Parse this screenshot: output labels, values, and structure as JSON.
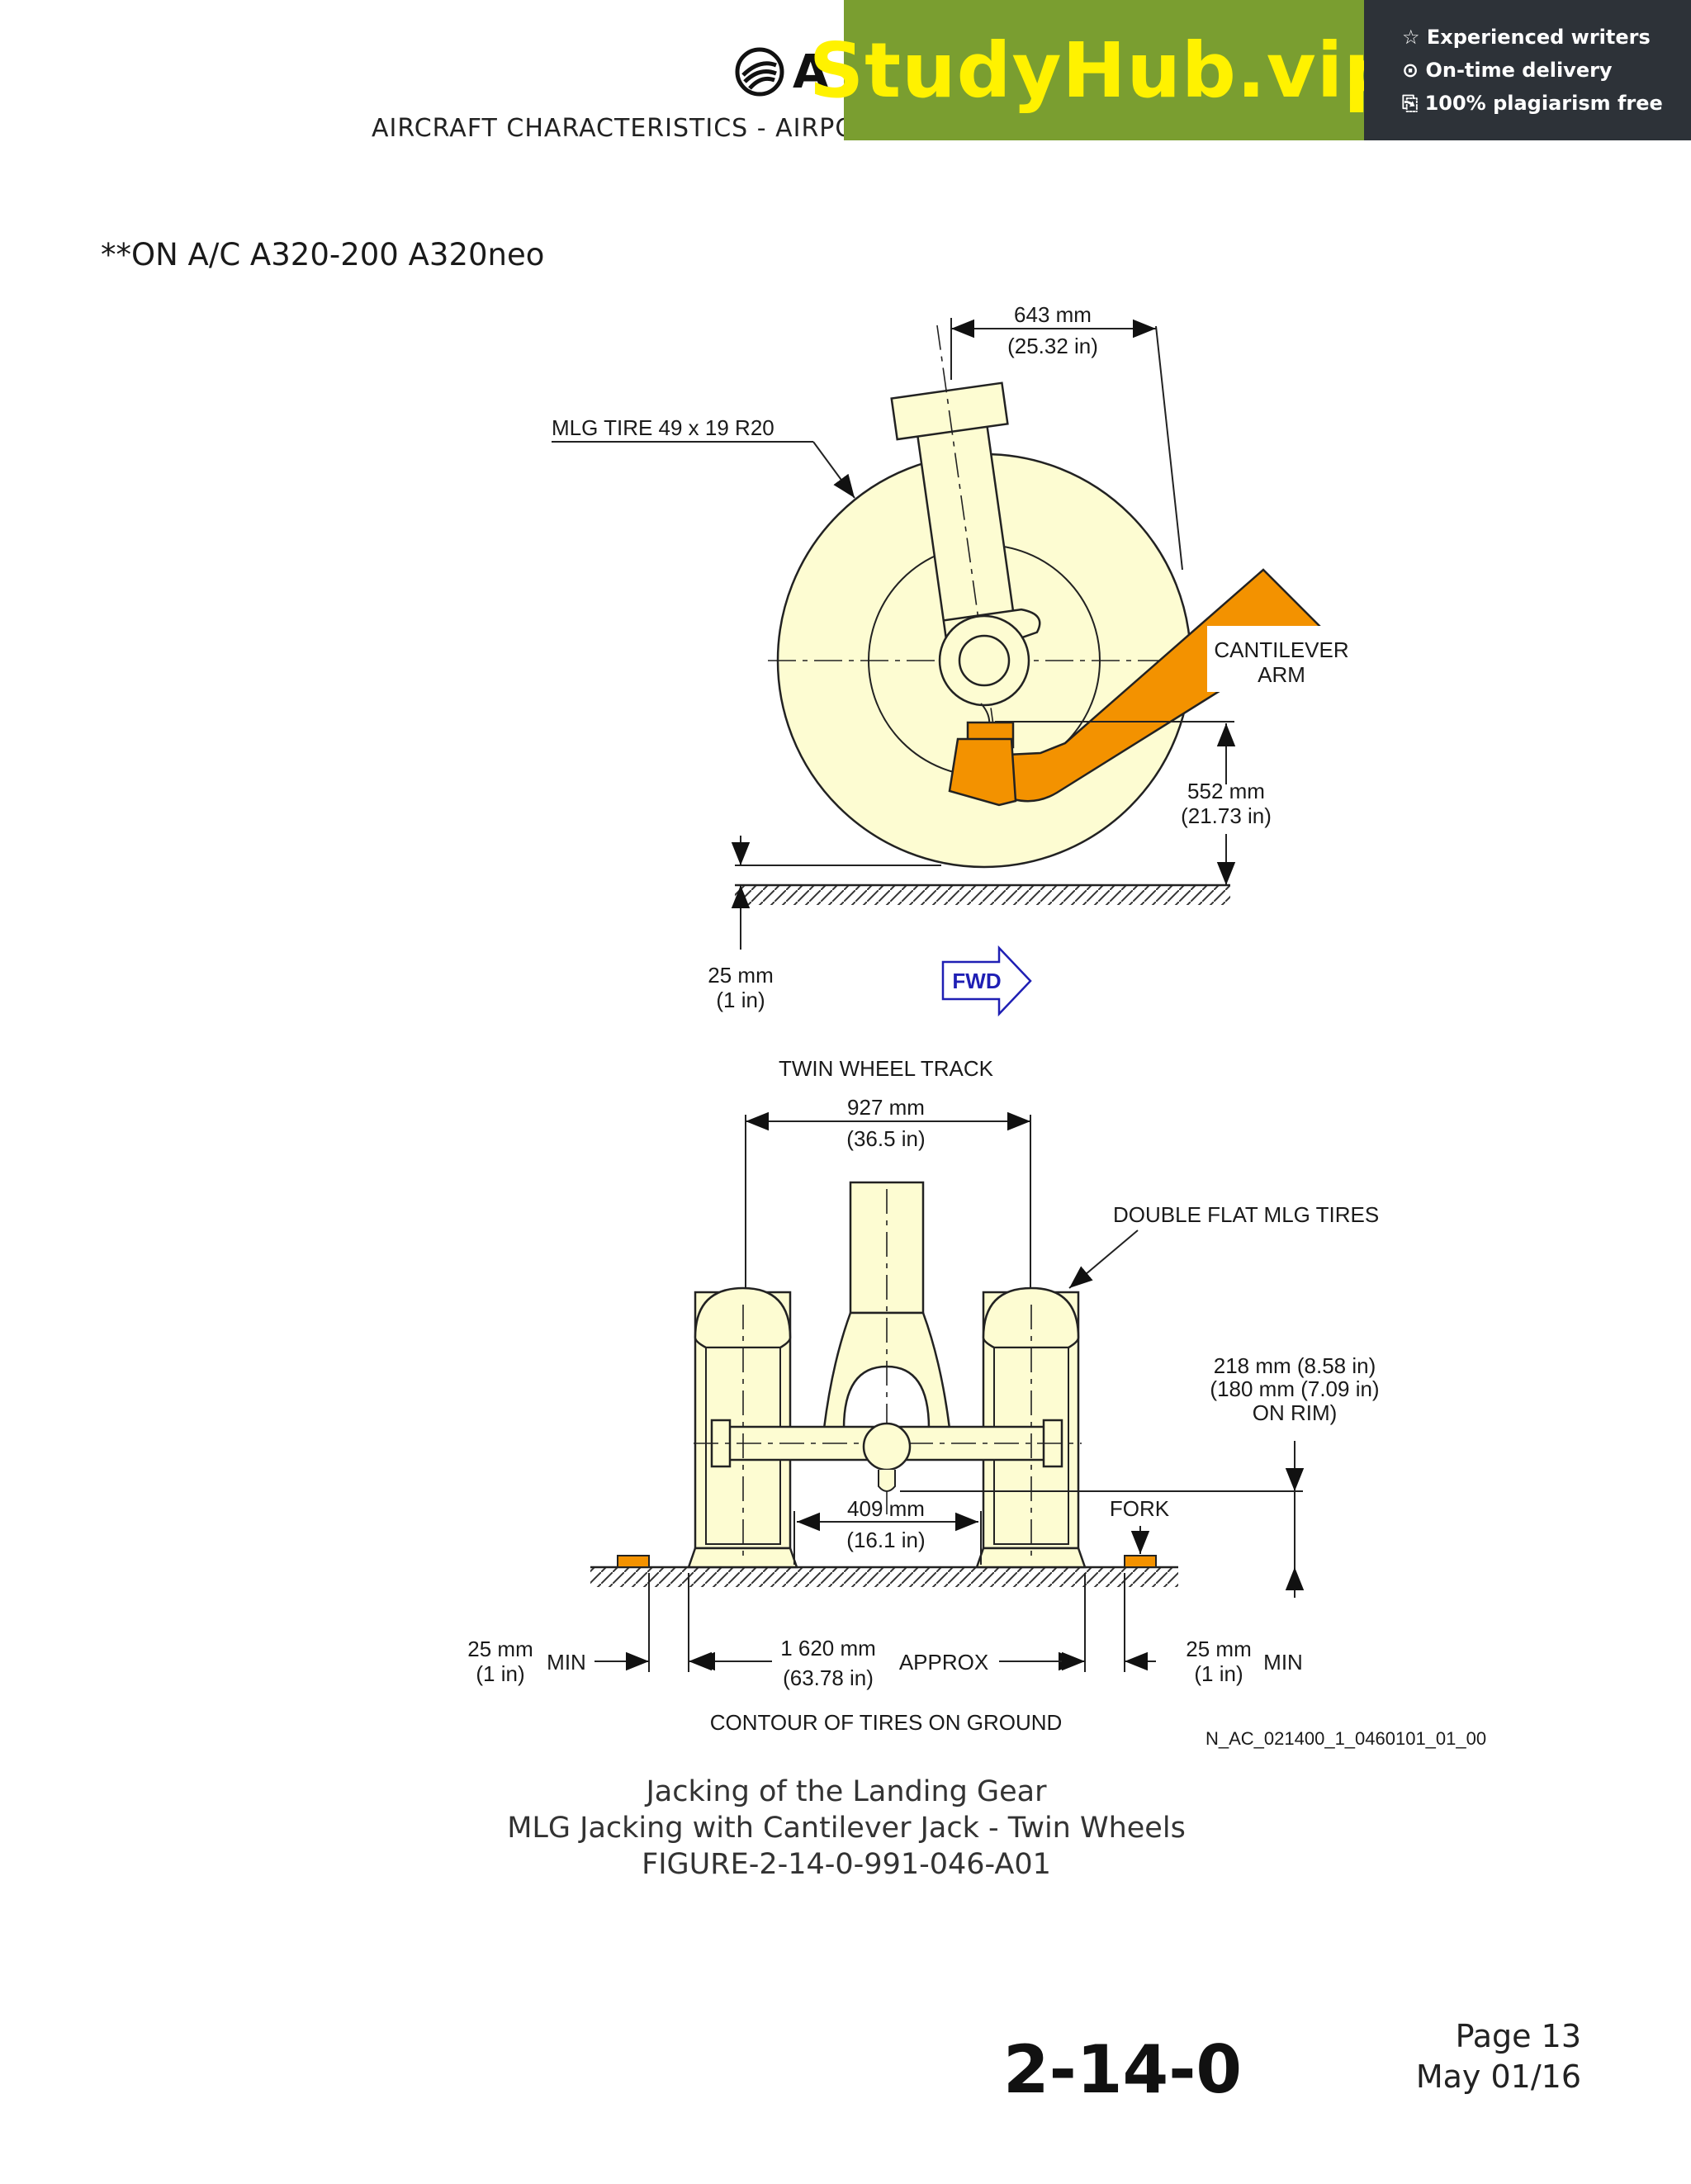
{
  "header": {
    "logo_text": "A",
    "title": "AIRCRAFT CHARACTERISTICS - AIRPORT AND MAINTENANCE PLANNING"
  },
  "banner": {
    "brand": "StudyHub.vip",
    "features": [
      "Experienced writers",
      "On-time delivery",
      "100% plagiarism free"
    ]
  },
  "applicability": "**ON A/C A320-200 A320neo",
  "side_view": {
    "dim_top_mm": "643 mm",
    "dim_top_in": "(25.32 in)",
    "tire_label": "MLG TIRE 49 x 19 R20",
    "arm_label_1": "CANTILEVER",
    "arm_label_2": "ARM",
    "dim_right_mm": "552 mm",
    "dim_right_in": "(21.73 in)",
    "dim_bottom_mm": "25 mm",
    "dim_bottom_in": "(1 in)",
    "fwd_label": "FWD"
  },
  "front_view": {
    "track_title": "TWIN WHEEL TRACK",
    "track_mm": "927 mm",
    "track_in": "(36.5 in)",
    "tires_label": "DOUBLE FLAT MLG TIRES",
    "height_1": "218 mm (8.58 in)",
    "height_2": "(180 mm (7.09 in)",
    "height_3": "ON RIM)",
    "inner_mm": "409 mm",
    "inner_in": "(16.1 in)",
    "fork_label": "FORK",
    "left_min_mm": "25 mm",
    "left_min_in": "(1 in)",
    "left_min_word": "MIN",
    "width_mm": "1 620 mm",
    "width_in": "(63.78 in)",
    "approx_word": "APPROX",
    "right_min_mm": "25 mm",
    "right_min_in": "(1 in)",
    "right_min_word": "MIN",
    "contour_label": "CONTOUR OF TIRES ON GROUND",
    "ref_code": "N_AC_021400_1_0460101_01_00"
  },
  "colors": {
    "tire_fill": "#fdfcd2",
    "jack_fill": "#f39200",
    "fwd_blue": "#1f1fb4",
    "banner_green": "#7a9e30",
    "banner_dark": "#2d3238",
    "banner_yellow": "#fff200"
  },
  "caption": {
    "line1": "Jacking of the Landing Gear",
    "line2": "MLG Jacking with Cantilever Jack - Twin Wheels",
    "line3": "FIGURE-2-14-0-991-046-A01"
  },
  "footer": {
    "chapter": "2-14-0",
    "page": "Page 13",
    "date": "May 01/16"
  }
}
